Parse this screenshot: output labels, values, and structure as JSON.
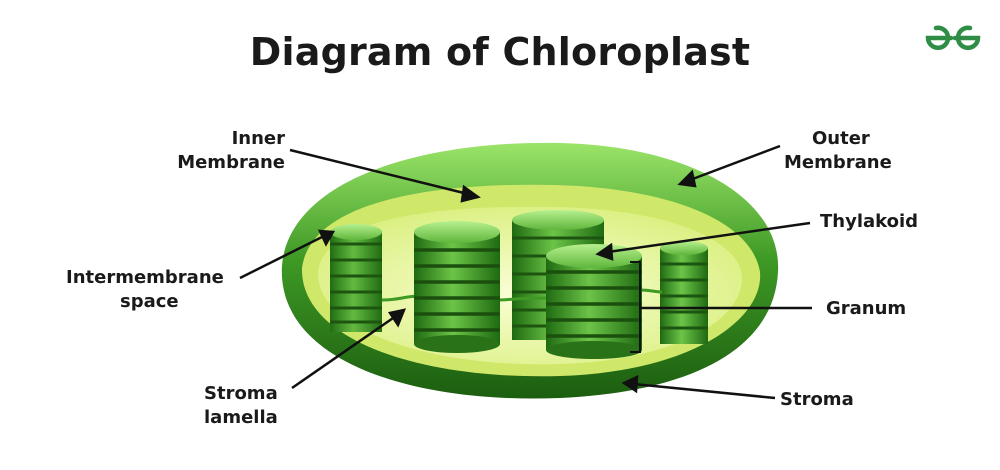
{
  "title": "Diagram of Chloroplast",
  "labels": {
    "inner_membrane": [
      "Inner",
      "Membrane"
    ],
    "outer_membrane": [
      "Outer",
      "Membrane"
    ],
    "thylakoid": "Thylakoid",
    "intermembrane_space": [
      "Intermembrane",
      "space"
    ],
    "granum": "Granum",
    "stroma_lamella": [
      "Stroma",
      "lamella"
    ],
    "stroma": "Stroma"
  },
  "colors": {
    "outer_dark": "#1f6b12",
    "outer_light": "#7ed957",
    "inner": "#eaf6a8",
    "granum_dark": "#2d7d1a",
    "granum_light": "#8fd86a",
    "logo": "#2f8d46"
  },
  "logo_icon": "geeksforgeeks-logo-icon"
}
